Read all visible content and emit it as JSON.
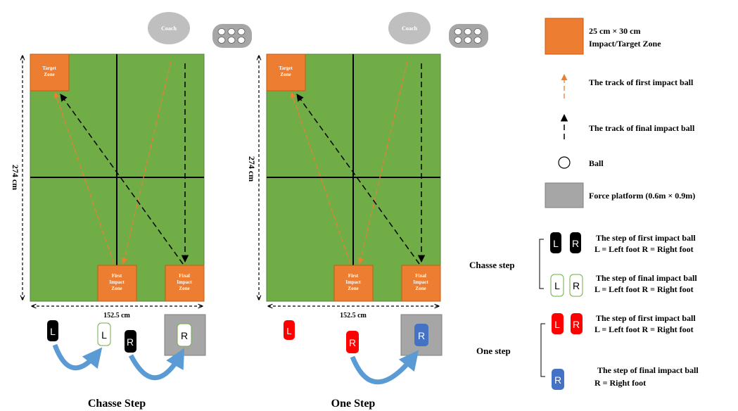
{
  "colors": {
    "table_green": "#70ad47",
    "zone_orange": "#ed7d31",
    "platform_gray": "#a6a6a6",
    "coach_gray": "#bfbfbf",
    "ball_box_gray": "#a6a6a6",
    "red_foot": "#ff0000",
    "blue_foot": "#4472c4",
    "arrow_blue": "#5b9bd5",
    "green_outline": "#70ad47"
  },
  "left_panel": {
    "coach": "Coach",
    "target_zone": "Target\nZone",
    "first_zone": "First\nImpact\nZone",
    "final_zone": "Final\nImpact\nZone",
    "length_label": "274 cm",
    "width_label": "152.5 cm",
    "title": "Chasse Step",
    "foot_labels": [
      "L",
      "L",
      "R",
      "R"
    ]
  },
  "right_panel": {
    "coach": "Coach",
    "target_zone": "Target\nZone",
    "first_zone": "First\nImpact\nZone",
    "final_zone": "Final\nImpact\nZone",
    "length_label": "274 cm",
    "width_label": "152.5 cm",
    "title": "One Step",
    "foot_labels": [
      "L",
      "R",
      "R"
    ]
  },
  "legend": {
    "zone_line1": "25 cm × 30 cm",
    "zone_line2": "Impact/Target Zone",
    "first_track": "The track of first impact ball",
    "final_track": "The track of final impact ball",
    "ball": "Ball",
    "platform": "Force platform (0.6m × 0.9m)",
    "chasse_label": "Chasse step",
    "one_step_label": "One step",
    "chasse_first_line1": "The step of first impact ball",
    "chasse_first_line2": "L = Left foot   R = Right foot",
    "chasse_final_line1": "The step of final impact ball",
    "chasse_final_line2": "L = Left foot   R = Right foot",
    "one_first_line1": "The step of first impact ball",
    "one_first_line2": "L = Left foot   R = Right foot",
    "one_final_line1": "The step of final impact ball",
    "one_final_line2": "R = Right foot",
    "foot_L": "L",
    "foot_R": "R"
  }
}
